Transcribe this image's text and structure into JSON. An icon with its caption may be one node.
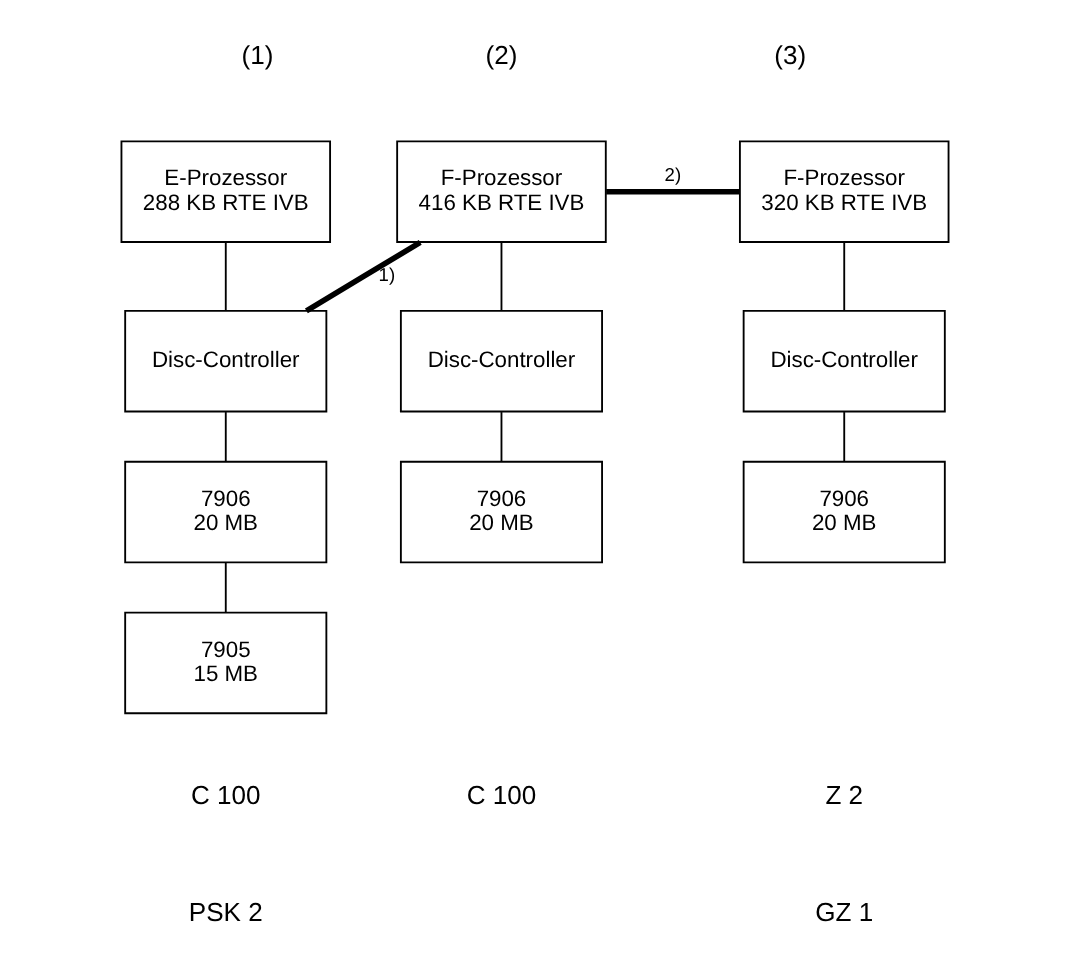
{
  "diagram": {
    "nodes": [
      {
        "text": [
          "E-Prozessor",
          "288 KB RTE IVB"
        ]
      },
      {
        "text": [
          "Disc-Controller"
        ]
      },
      {
        "text": [
          "7906",
          "20 MB"
        ]
      },
      {
        "text": [
          "7905",
          "15 MB"
        ]
      },
      {
        "text": [
          "F-Prozessor",
          "416 KB RTE IVB"
        ]
      },
      {
        "text": [
          "Disc-Controller"
        ]
      },
      {
        "text": [
          "7906",
          "20 MB"
        ]
      },
      {
        "text": [
          "F-Prozessor",
          "320 KB RTE IVB"
        ]
      },
      {
        "text": [
          "Disc-Controller"
        ]
      },
      {
        "text": [
          "7906",
          "20 MB"
        ]
      }
    ],
    "edges": [
      {
        "from": 0,
        "to": 1,
        "arrow": "none"
      },
      {
        "from": 1,
        "to": 2,
        "arrow": "none"
      },
      {
        "from": 2,
        "to": 3,
        "arrow": "none"
      },
      {
        "from": 4,
        "to": 5,
        "arrow": "none"
      },
      {
        "from": 5,
        "to": 6,
        "arrow": "none"
      },
      {
        "from": 7,
        "to": 8,
        "arrow": "none"
      },
      {
        "from": 8,
        "to": 9,
        "arrow": "none"
      },
      {
        "from": 1,
        "to": 4,
        "arrow": "none",
        "label": "1)",
        "style": "thick"
      },
      {
        "from": 4,
        "to": 7,
        "arrow": "none",
        "label": "2)",
        "style": "thick"
      }
    ],
    "labels": [
      "(1)",
      "(2)",
      "(3)",
      "C 100",
      "PSK 2",
      "C 100",
      "Z 2",
      "GZ 1"
    ]
  }
}
